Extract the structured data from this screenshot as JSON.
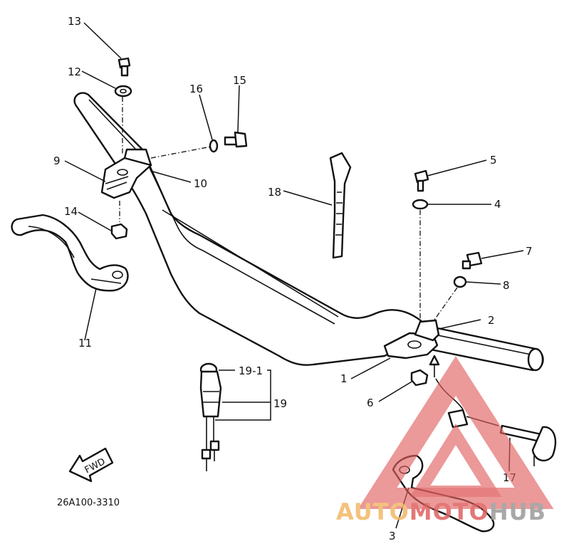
{
  "labels": {
    "p1": "1",
    "p2": "2",
    "p3": "3",
    "p4": "4",
    "p5": "5",
    "p6": "6",
    "p7": "7",
    "p8": "8",
    "p9": "9",
    "p10": "10",
    "p11": "11",
    "p12": "12",
    "p13": "13",
    "p14": "14",
    "p15": "15",
    "p16": "16",
    "p17": "17",
    "p18": "18",
    "p19": "19",
    "p19_1": "19-1"
  },
  "fwd_label": "FWD",
  "diagram_code": "26A100-3310",
  "watermark": {
    "part1": "AUTO",
    "part2": "MOTO",
    "part3": "HUB",
    "color_auto": "#f2b866",
    "color_moto": "#e06060",
    "color_hub": "#9a9a9a"
  }
}
